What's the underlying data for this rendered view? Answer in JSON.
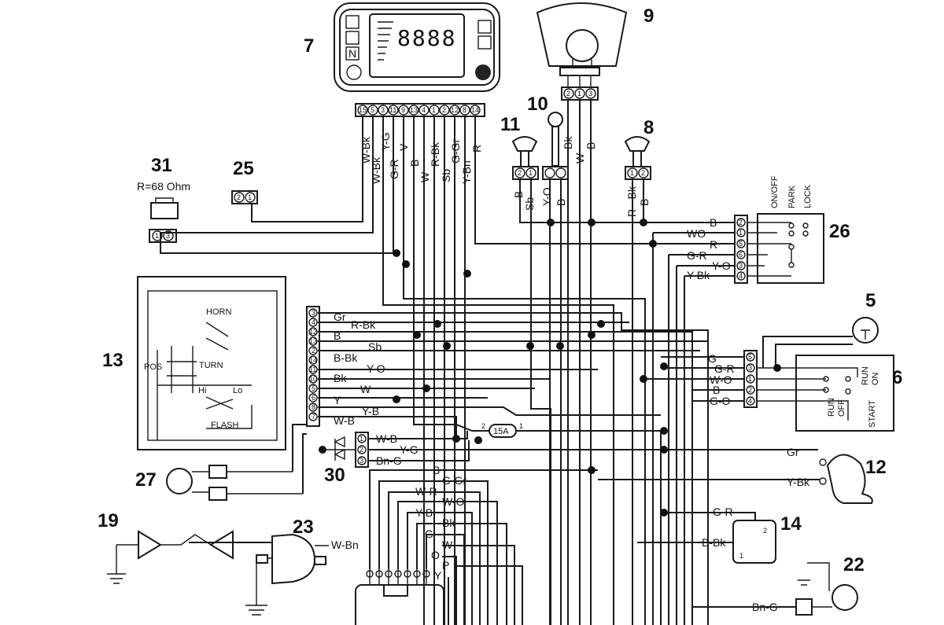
{
  "components": {
    "c7": "7",
    "c9": "9",
    "c10": "10",
    "c11": "11",
    "c8": "8",
    "c31": "31",
    "c25": "25",
    "c26": "26",
    "c5": "5",
    "c6": "6",
    "c13": "13",
    "c27": "27",
    "c30": "30",
    "c12": "12",
    "c19": "19",
    "c23": "23",
    "c14": "14",
    "c22": "22"
  },
  "resistor_label": "R=68 Ohm",
  "dashboard_pins": [
    "15",
    "5",
    "3",
    "11",
    "9",
    "13",
    "4",
    "1",
    "2",
    "12",
    "8",
    "14"
  ],
  "dashboard_wires": [
    "W-Bk",
    "W-Bk",
    "Y-G",
    "G-R",
    "V",
    "B",
    "W",
    "R-Bk",
    "Sb",
    "G-Gr",
    "Y-Bn",
    "R"
  ],
  "headlight_pins": [
    "2",
    "1",
    "3"
  ],
  "headlight_wires": [
    "Bk",
    "W",
    "B"
  ],
  "sw11_pins": [
    "2",
    "1"
  ],
  "sw11_wires": [
    "B",
    "Sb"
  ],
  "sw10_wires": [
    "Y-O",
    "B"
  ],
  "sw8_pins": [
    "1",
    "2"
  ],
  "sw8_wires": [
    "R - Bk",
    "B"
  ],
  "c31_pins": [
    "1",
    "3"
  ],
  "c25_pins": [
    "2",
    "1"
  ],
  "ignition": {
    "positions": [
      "ON/OFF",
      "PARK",
      "LOCK"
    ],
    "wires": [
      "B",
      "WO",
      "R",
      "G-R",
      "Y-O",
      "Y-Bk"
    ],
    "pins": [
      "2",
      "1",
      "5",
      "6",
      "3",
      "4"
    ]
  },
  "handlebar_switch": {
    "labels": [
      "HORN",
      "TURN",
      "POS",
      "Hi",
      "Lo",
      "FLASH"
    ],
    "pins": [
      "3",
      "4",
      "12",
      "13",
      "2",
      "14",
      "11",
      "10",
      "5",
      "6",
      "8",
      "7"
    ],
    "wires": [
      "Gr",
      "R-Bk",
      "B",
      "Sb",
      "B-Bk",
      "Y-O",
      "Bk",
      "W",
      "Y",
      "Y-B",
      "W-B"
    ]
  },
  "start_switch": {
    "pins": [
      "5",
      "3",
      "1",
      "2",
      "4"
    ],
    "wires": [
      "G",
      "G-R",
      "W-O",
      "B",
      "G-O"
    ],
    "labels": [
      "RUN",
      "ON",
      "RUN",
      "OFF",
      "START"
    ]
  },
  "fuse": {
    "label": "15A",
    "pin1": "1",
    "pin2": "2"
  },
  "diode_block": {
    "pins": [
      "1",
      "2",
      "3"
    ],
    "wires": [
      "W-B",
      "Y-G",
      "Bn-G"
    ]
  },
  "harness_wires": [
    "B",
    "G-Gr",
    "W-R",
    "W-O",
    "Y-B",
    "Bk",
    "G",
    "W",
    "O",
    "P",
    "Y"
  ],
  "horn_wires": [
    "Gr",
    "Y-Bk"
  ],
  "relay14": {
    "wires": [
      "G-R",
      "B-Bk"
    ],
    "pins": [
      "2",
      "1"
    ]
  },
  "sensor22_wire": "Bn-G",
  "regulator23_wire": "W-Bn"
}
